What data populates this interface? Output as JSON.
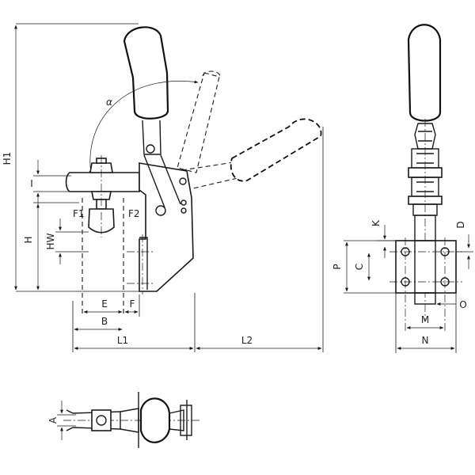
{
  "labels": {
    "H1": "H1",
    "alpha": "α",
    "I": "I",
    "F1": "F1",
    "F2": "F2",
    "H": "H",
    "HW": "HW",
    "E": "E",
    "F": "F",
    "B": "B",
    "L1": "L1",
    "L2": "L2",
    "K": "K",
    "D": "D",
    "P": "P",
    "C": "C",
    "O": "O",
    "M": "M",
    "N": "N",
    "A": "A"
  }
}
